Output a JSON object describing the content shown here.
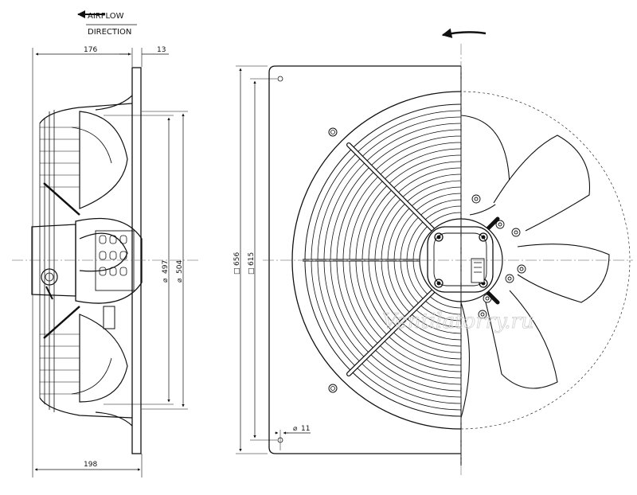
{
  "airflow": {
    "line1": "AIRFLOW",
    "line2": "DIRECTION"
  },
  "dimensions": {
    "top_width": "176",
    "flange_thickness": "13",
    "bottom_width": "198",
    "dia_inner": "497",
    "dia_outer": "504",
    "square_outer": "656",
    "square_inner": "615",
    "hole_dia": "11"
  },
  "symbols": {
    "diameter": "⌀",
    "square": "□"
  },
  "watermark": "Ventilatorry.ru",
  "colors": {
    "line": "#111111",
    "center_line": "#555555",
    "watermark": "#cfcfcf"
  }
}
